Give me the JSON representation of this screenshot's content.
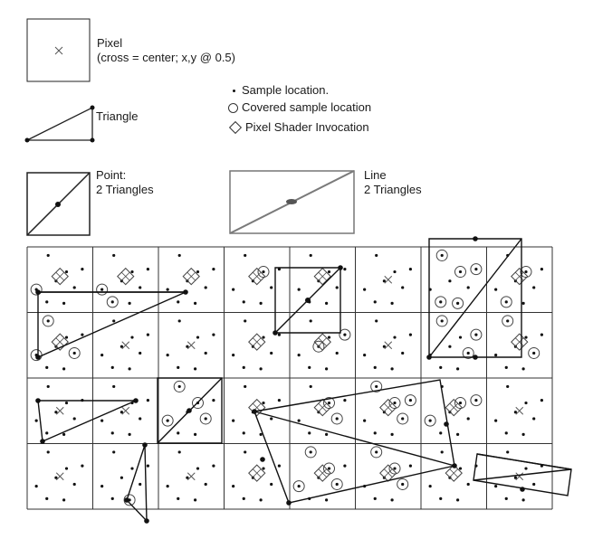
{
  "legend": {
    "pixel_title": "Pixel",
    "pixel_note": "(cross = center; x,y @ 0.5)",
    "triangle": "Triangle",
    "sample_location": "Sample location.",
    "covered_sample": "Covered sample location",
    "shader_invocation": "Pixel Shader Invocation",
    "point_title": "Point:",
    "point_sub": "2 Triangles",
    "line_title": "Line",
    "line_sub": "2 Triangles"
  },
  "colors": {
    "stroke": "#222222",
    "light_stroke": "#555555",
    "line_band": "#7a7a7a",
    "line_dot": "#555555"
  },
  "icons": [
    "cross-icon",
    "sample-dot-icon",
    "covered-circle-icon",
    "shader-diamond-icon"
  ],
  "grid": {
    "columns": 8,
    "rows": 4
  }
}
